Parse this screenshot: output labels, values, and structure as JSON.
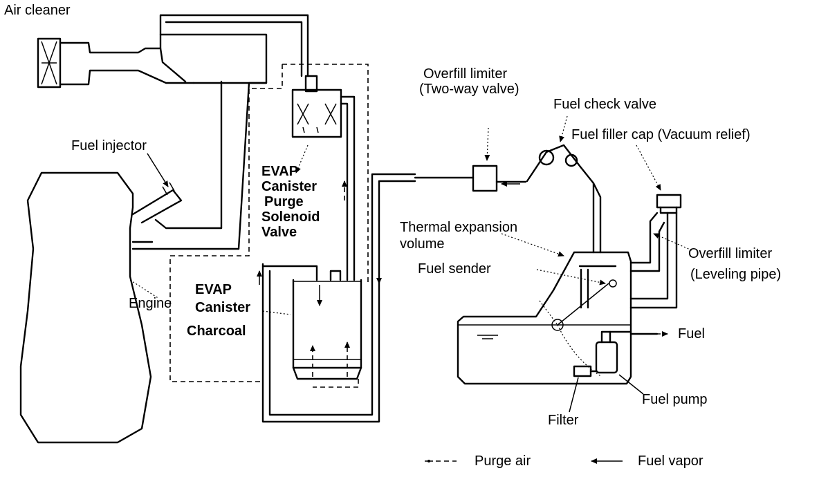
{
  "labels": {
    "air_cleaner": "Air cleaner",
    "fuel_injector": "Fuel injector",
    "engine": "Engine",
    "evap_valve_1": "EVAP",
    "evap_valve_2": "Canister",
    "evap_valve_3": "Purge",
    "evap_valve_4": "Solenoid",
    "evap_valve_5": "Valve",
    "evap_canister_1": "EVAP",
    "evap_canister_2": "Canister",
    "charcoal": "Charcoal",
    "overfill_twoway_1": "Overfill limiter",
    "overfill_twoway_2": "(Two-way valve)",
    "fuel_check_valve": "Fuel check valve",
    "fuel_filler_cap": "Fuel filler cap (Vacuum relief)",
    "thermal_1": "Thermal expansion",
    "thermal_2": "volume",
    "fuel_sender": "Fuel sender",
    "overfill_leveling_1": "Overfill limiter",
    "overfill_leveling_2": "(Leveling pipe)",
    "fuel": "Fuel",
    "fuel_pump": "Fuel pump",
    "filter": "Filter"
  },
  "legend": {
    "purge_air": "Purge air",
    "fuel_vapor": "Fuel vapor"
  }
}
